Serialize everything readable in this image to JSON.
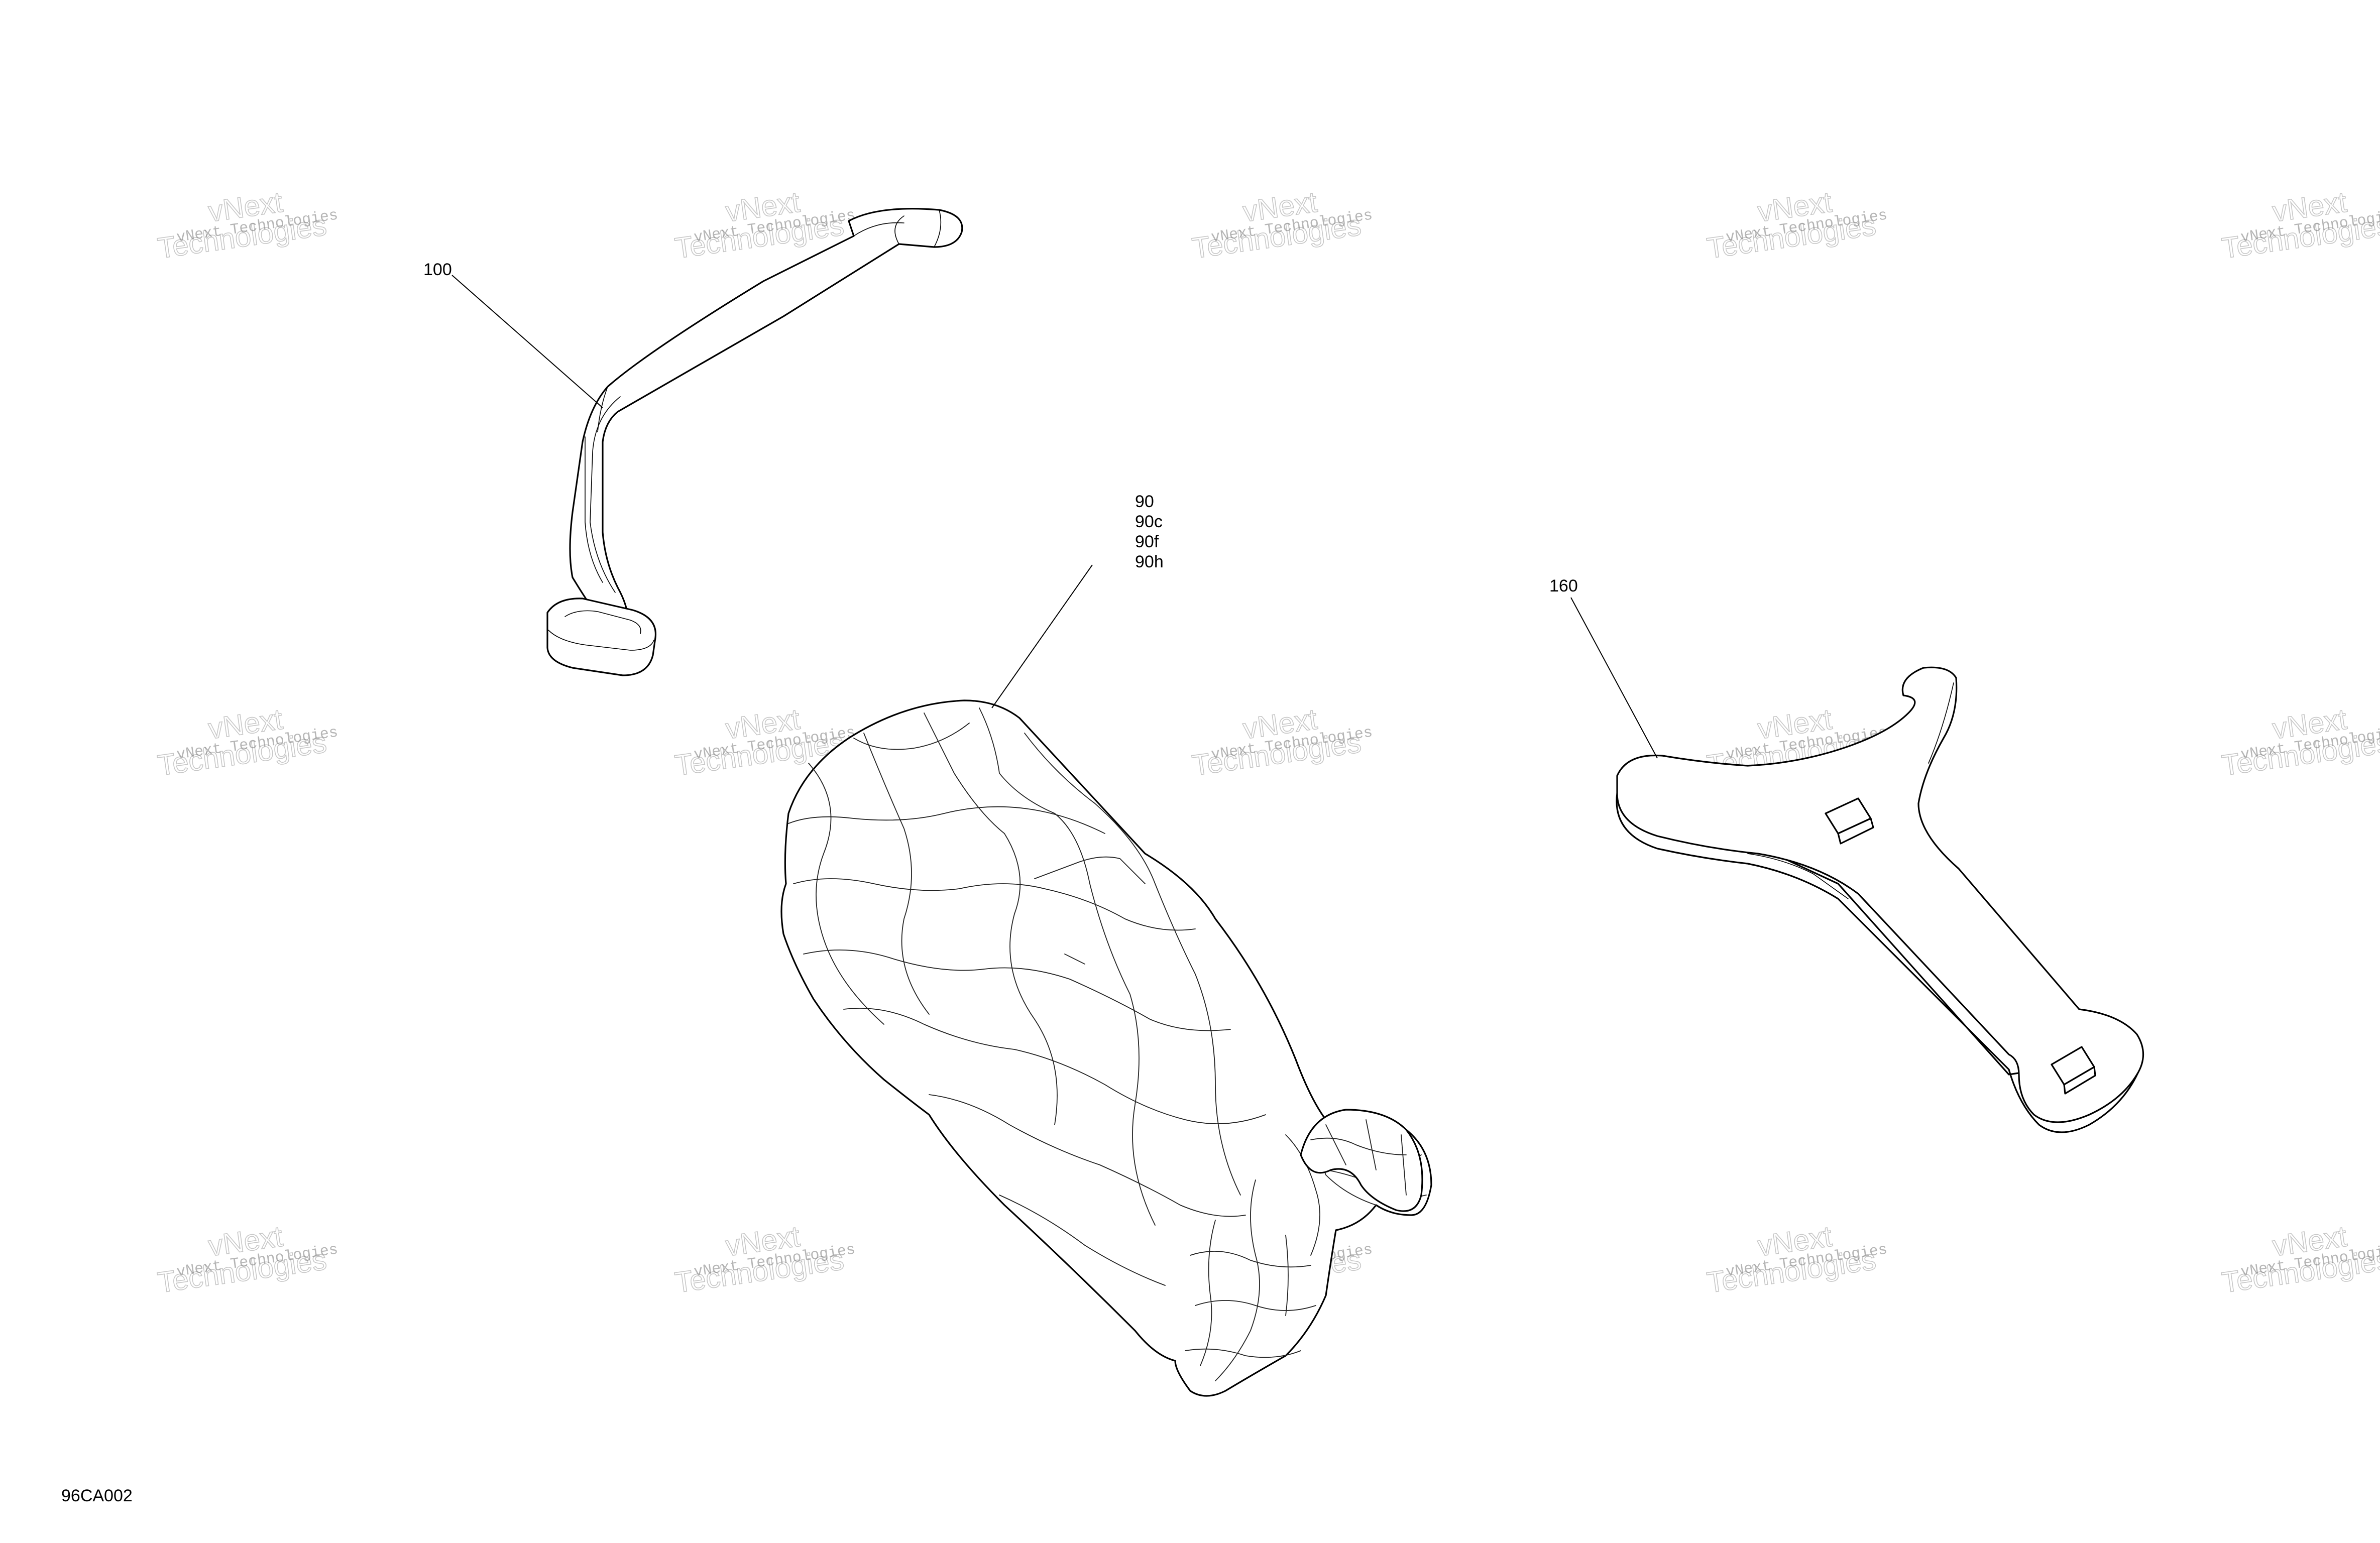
{
  "drawing": {
    "code": "96CA002",
    "watermark_line1": "vNext Technologies",
    "watermark_line2": "vNext",
    "watermark_line3": "Technologies"
  },
  "parts": [
    {
      "id": "rod",
      "name": "rod-part",
      "labels": [
        "100"
      ]
    },
    {
      "id": "cover",
      "name": "cover-part",
      "labels": [
        "90",
        "90c",
        "90f",
        "90h"
      ]
    },
    {
      "id": "wrench",
      "name": "spanner-wrench-part",
      "labels": [
        "160"
      ]
    }
  ]
}
